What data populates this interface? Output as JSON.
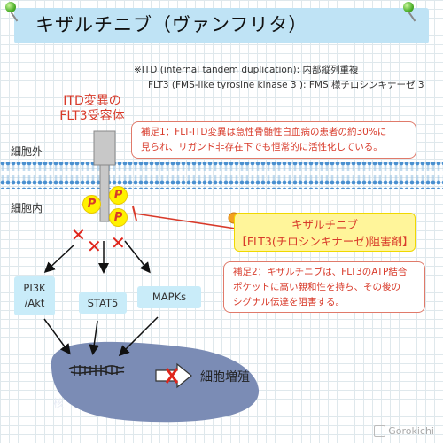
{
  "title": "キザルチニブ（ヴァンフリタ）",
  "notes": {
    "itd": "※ITD (internal tandem duplication): 内部縦列重複",
    "flt3": "FLT3 (FMS-like tyrosine kinase 3 ): FMS 様チロシンキナーゼ 3"
  },
  "receptor_label": {
    "line1": "ITD変異の",
    "line2": "FLT3受容体"
  },
  "supplement1": {
    "line1": "補足1：FLT-ITD変異は急性骨髄性白血病の患者の約30%に",
    "line2": "見られ、リガンド非存在下でも恒常的に活性化している。"
  },
  "regions": {
    "outside": "細胞外",
    "inside": "細胞内",
    "nucleus": "核"
  },
  "phospho": "P",
  "drug": {
    "name": "キザルチニブ",
    "mechanism": "【FLT3(チロシンキナーゼ)阻害剤】"
  },
  "supplement2": {
    "line1": "補足2：キザルチニブは、FLT3のATP結合",
    "line2": "ポケットに高い親和性を持ち、その後の",
    "line3": "シグナル伝達を阻害する。"
  },
  "pathways": {
    "pi3k_line1": "PI3K",
    "pi3k_line2": "/Akt",
    "stat5": "STAT5",
    "mapks": "MAPKs"
  },
  "outcome": "細胞増殖",
  "watermark": "Gorokichi",
  "colors": {
    "title_bg": "#bfe3f5",
    "accent_red": "#d83a2a",
    "membrane_blue": "#4a90d0",
    "nucleus": "#7b8cb5",
    "drug_highlight": "#fff59a"
  },
  "icons": [
    "pin-icon",
    "phosphate-icon",
    "cross-mark-icon",
    "blocked-arrow-icon",
    "dna-icon",
    "watermark-logo-icon"
  ]
}
